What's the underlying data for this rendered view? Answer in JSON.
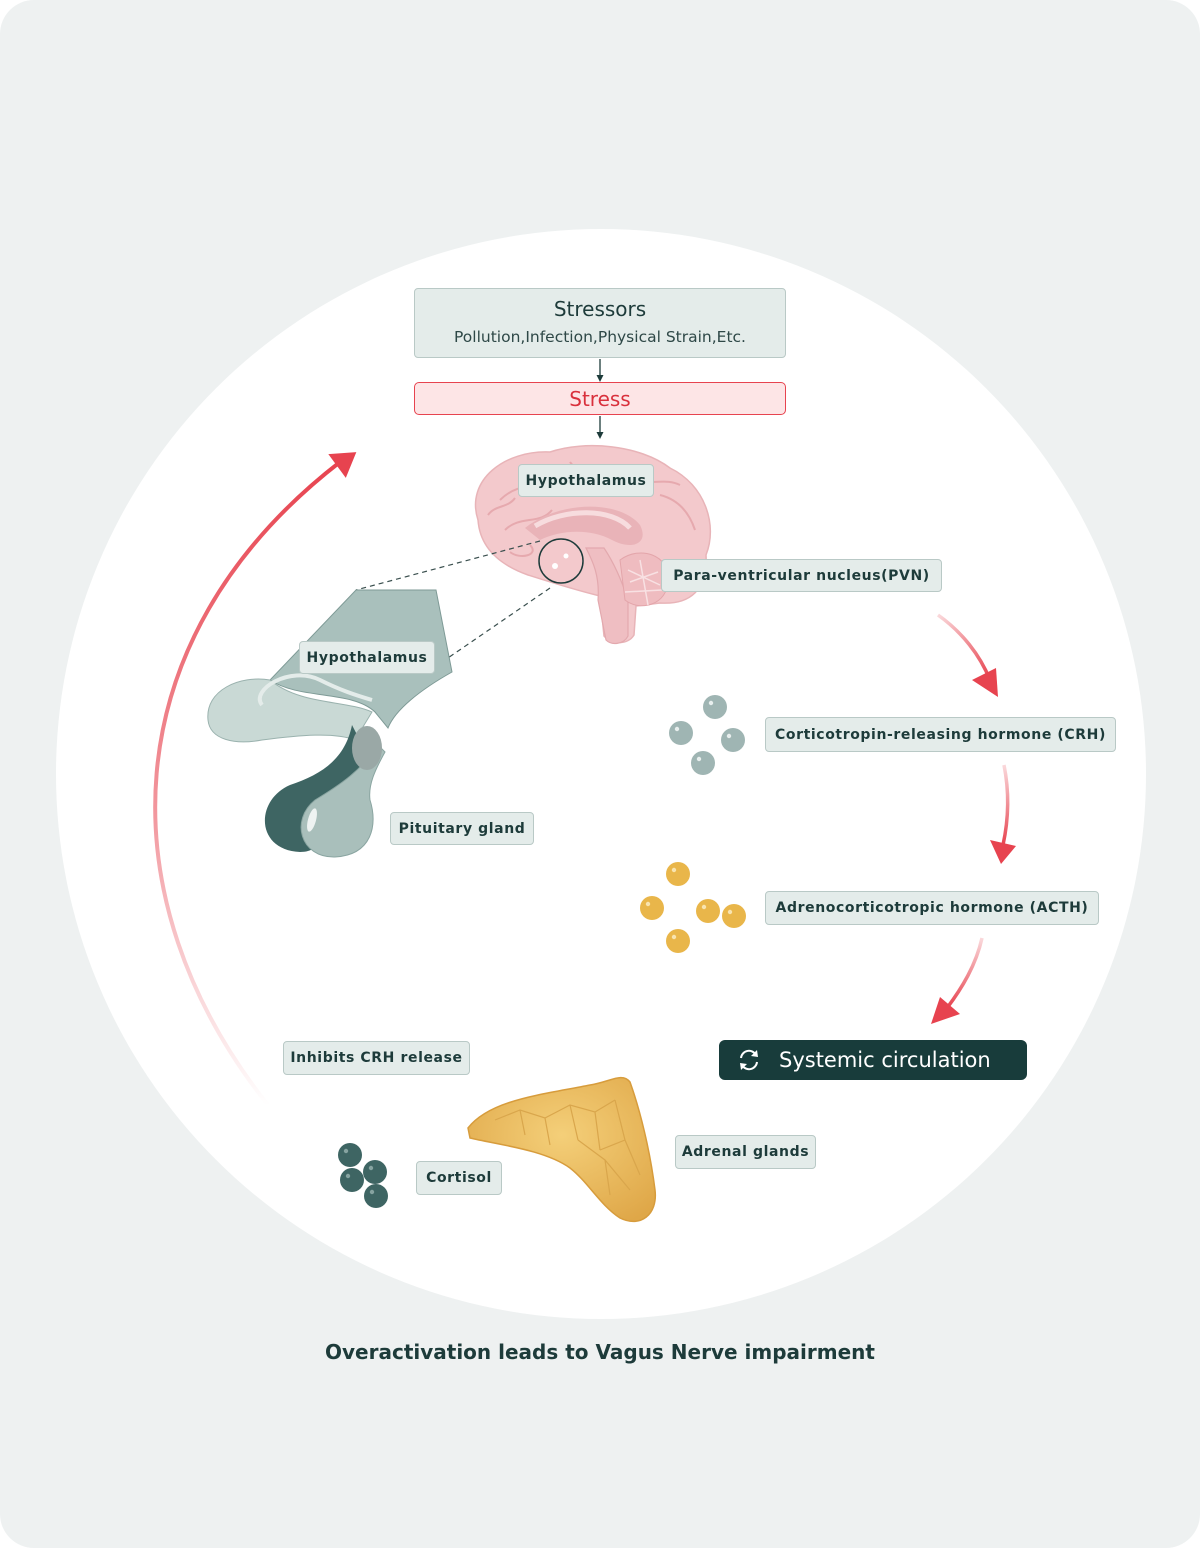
{
  "stressors": {
    "title": "Stressors",
    "subtitle": "Pollution,Infection,Physical Strain,Etc."
  },
  "stress": {
    "label": "Stress"
  },
  "labels": {
    "hypothalamus_top": "Hypothalamus",
    "pvn": "Para-ventricular nucleus(PVN)",
    "hypothalamus_left": "Hypothalamus",
    "crh": "Corticotropin-releasing hormone (CRH)",
    "pituitary": "Pituitary gland",
    "acth": "Adrenocorticotropic hormone (ACTH)",
    "systemic": "Systemic circulation",
    "inhibits": "Inhibits CRH release",
    "adrenal": "Adrenal glands",
    "cortisol": "Cortisol"
  },
  "footer": {
    "part1": "Overactivation leads to ",
    "bold": "Vagus Nerve",
    "part2": " impairment"
  },
  "colors": {
    "accent_red": "#e7434f",
    "dark_teal": "#183c3b",
    "label_bg": "#e4ecea",
    "hormone_crh": "#9fb5b3",
    "hormone_acth": "#e9b64a",
    "cortisol": "#3e6563"
  }
}
